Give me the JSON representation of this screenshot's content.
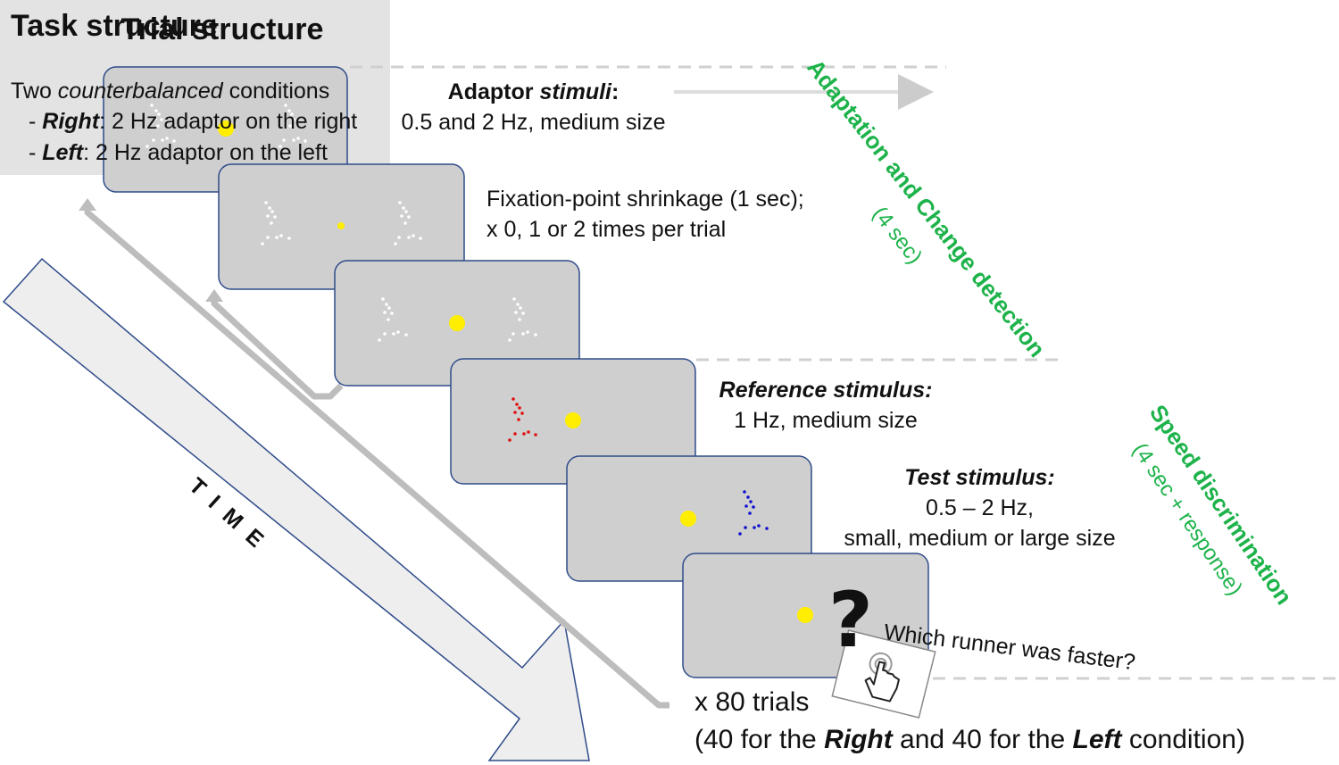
{
  "trial_structure": {
    "title": "Trial structure"
  },
  "task_structure": {
    "title": "Task structure",
    "line1_pre": "Two ",
    "line1_em": "counterbalanced",
    "line1_post": " conditions",
    "right_prefix": "- ",
    "right_label": "Right",
    "right_text": ": 2 Hz adaptor on the right",
    "left_prefix": "- ",
    "left_label": "Left",
    "left_text": ": 2 Hz adaptor on the left"
  },
  "captions": {
    "adaptor_title_bold": "Adaptor ",
    "adaptor_title_em": "stimuli",
    "adaptor_title_colon": ":",
    "adaptor_desc": "0.5 and 2 Hz, medium size",
    "fixation_line1": "Fixation-point shrinkage (1 sec);",
    "fixation_line2": "x 0, 1 or 2 times per trial",
    "reference_title": "Reference stimulus:",
    "reference_desc": "1 Hz, medium size",
    "test_title": "Test stimulus:",
    "test_line1": "0.5 – 2 Hz,",
    "test_line2": "small, medium or large size",
    "question": "Which runner was faster?",
    "question_mark": "?"
  },
  "phases": {
    "adaptation_title": "Adaptation and Change detection",
    "adaptation_duration": "(4 sec)",
    "speed_title": "Speed discrimination",
    "speed_duration": "(4 sec + response)"
  },
  "time_label": "TIME",
  "trials": {
    "count": "x 80 trials",
    "split_open": "(40 for the ",
    "split_right": "Right",
    "split_mid": " and 40 for the ",
    "split_left": "Left",
    "split_close": " condition)"
  },
  "colors": {
    "panel_fill": "#cfcfcf",
    "panel_border": "#2f4b8a",
    "fixation": "#ffee00",
    "red_dots": "#e01010",
    "blue_dots": "#1010d0",
    "phase_text": "#1db34a"
  }
}
